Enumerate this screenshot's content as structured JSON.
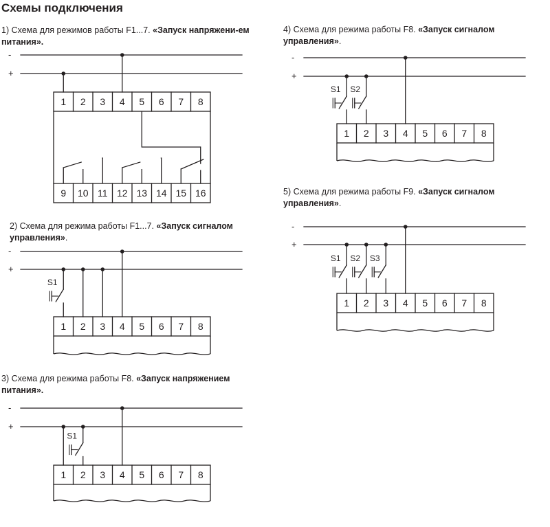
{
  "title": "Схемы подключения",
  "sections": [
    {
      "id": "s1",
      "prefix": "1) Схема для режимов работы F1...7. ",
      "bold": "«Запуск напряжени-ем питания».",
      "suffix": "",
      "top_terminals": [
        "1",
        "2",
        "3",
        "4",
        "5",
        "6",
        "7",
        "8"
      ],
      "bottom_terminals": [
        "9",
        "10",
        "11",
        "12",
        "13",
        "14",
        "15",
        "16"
      ]
    },
    {
      "id": "s2",
      "prefix": "2) Схема для режима работы F1...7. ",
      "bold": "«Запуск сигналом управления»",
      "suffix": ".",
      "terminals": [
        "1",
        "2",
        "3",
        "4",
        "5",
        "6",
        "7",
        "8"
      ],
      "switches": [
        "S1"
      ]
    },
    {
      "id": "s3",
      "prefix": "3) Схема для режима работы F8. ",
      "bold": "«Запуск напряжением питания».",
      "suffix": "",
      "terminals": [
        "1",
        "2",
        "3",
        "4",
        "5",
        "6",
        "7",
        "8"
      ],
      "switches": [
        "S1"
      ]
    },
    {
      "id": "s4",
      "prefix": "4) Схема для режима работы F8. ",
      "bold": "«Запуск сигналом управления»",
      "suffix": ".",
      "terminals": [
        "1",
        "2",
        "3",
        "4",
        "5",
        "6",
        "7",
        "8"
      ],
      "switches": [
        "S1",
        "S2"
      ]
    },
    {
      "id": "s5",
      "prefix": "5) Схема для режима работы F9. ",
      "bold": "«Запуск сигналом управления»",
      "suffix": ".",
      "terminals": [
        "1",
        "2",
        "3",
        "4",
        "5",
        "6",
        "7",
        "8"
      ],
      "switches": [
        "S1",
        "S2",
        "S3"
      ]
    }
  ],
  "polarity": {
    "minus": "-",
    "plus": "+"
  },
  "colors": {
    "ink": "#231f20",
    "background": "#ffffff"
  }
}
